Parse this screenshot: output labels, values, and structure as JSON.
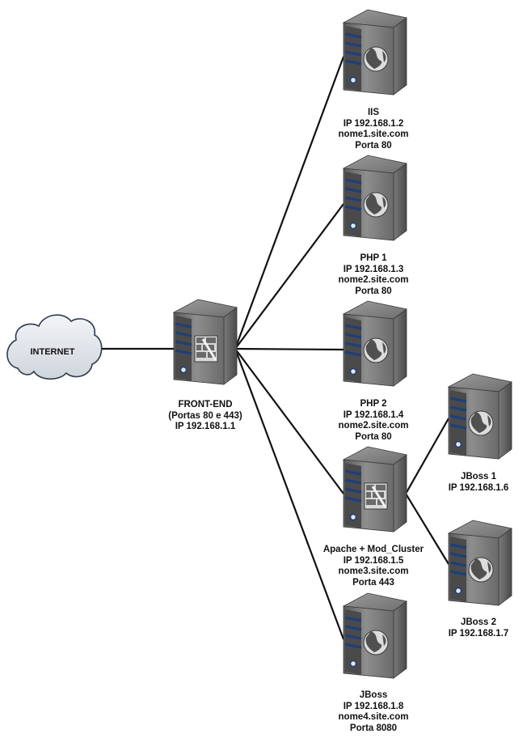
{
  "internet": {
    "label": "INTERNET",
    "icon": "cloud-icon"
  },
  "colors": {
    "link": "#111111",
    "server_dark": "#3c3c3c",
    "server_mid": "#8a8a8a",
    "stripe_blue": "#1f3f77",
    "cloud_fill": "#e4e7ec"
  },
  "servers": [
    {
      "id": "frontend",
      "icon": "firewall-icon",
      "lines": [
        "FRONT-END",
        "(Portas 80 e 443)",
        "IP 192.168.1.1"
      ]
    },
    {
      "id": "iis",
      "icon": "globe-icon",
      "lines": [
        "IIS",
        "IP 192.168.1.2",
        "nome1.site.com",
        "Porta 80"
      ]
    },
    {
      "id": "php1",
      "icon": "globe-icon",
      "lines": [
        "PHP 1",
        "IP 192.168.1.3",
        "nome2.site.com",
        "Porta 80"
      ]
    },
    {
      "id": "php2",
      "icon": "globe-icon",
      "lines": [
        "PHP 2",
        "IP 192.168.1.4",
        "nome2.site.com",
        "Porta 80"
      ]
    },
    {
      "id": "apache",
      "icon": "firewall-icon",
      "lines": [
        "Apache + Mod_Cluster",
        "IP 192.168.1.5",
        "nome3.site.com",
        "Porta 443"
      ]
    },
    {
      "id": "jboss",
      "icon": "globe-icon",
      "lines": [
        "JBoss",
        "IP 192.168.1.8",
        "nome4.site.com",
        "Porta 8080"
      ]
    },
    {
      "id": "jboss1",
      "icon": "globe-icon",
      "lines": [
        "JBoss 1",
        "IP 192.168.1.6"
      ]
    },
    {
      "id": "jboss2",
      "icon": "globe-icon",
      "lines": [
        "JBoss 2",
        "IP 192.168.1.7"
      ]
    }
  ],
  "links": [
    [
      "internet",
      "frontend"
    ],
    [
      "frontend",
      "iis"
    ],
    [
      "frontend",
      "php1"
    ],
    [
      "frontend",
      "php2"
    ],
    [
      "frontend",
      "apache"
    ],
    [
      "frontend",
      "jboss"
    ],
    [
      "apache",
      "jboss1"
    ],
    [
      "apache",
      "jboss2"
    ]
  ]
}
